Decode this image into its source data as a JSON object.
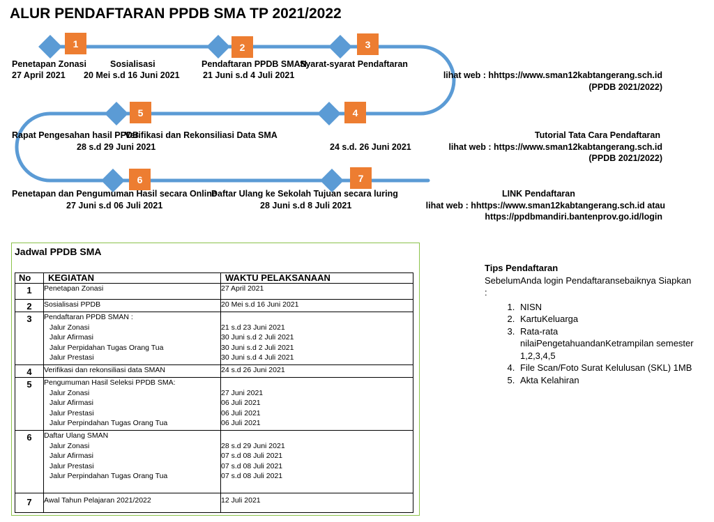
{
  "page": {
    "title": "ALUR PENDAFTARAN PPDB SMA TP 2021/2022"
  },
  "flow": {
    "steps": [
      {
        "number": "1",
        "name": "Penetapan Zonasi",
        "date": "27 April 2021"
      },
      {
        "number": "",
        "name": "Sosialisasi",
        "date": "20 Mei s.d 16 Juni 2021"
      },
      {
        "number": "2",
        "name": "Pendaftaran PPDB SMAN",
        "date": "21 Juni s.d 4 Juli 2021"
      },
      {
        "number": "3",
        "name": "Syarat-syarat Pendaftaran",
        "date": ""
      },
      {
        "number": "4",
        "name": "Verifikasi dan Rekonsiliasi Data SMA",
        "date": "24 s.d. 26 Juni 2021"
      },
      {
        "number": "5",
        "name": "Rapat Pengesahan hasil PPDB",
        "date": "28 s.d 29 Juni 2021"
      },
      {
        "number": "6",
        "name": "Penetapan dan Pengumuman Hasil secara Online",
        "date": "27 Juni s.d 06 Juli 2021"
      },
      {
        "number": "7",
        "name": "Daftar Ulang ke Sekolah Tujuan secara luring",
        "date": "28 Juni s.d 8 Juli 2021"
      }
    ],
    "notes": {
      "web1_line1": "lihat web : hhttps://www.sman12kabtangerang.sch.id",
      "web1_line2": "(PPDB 2021/2022)",
      "tutorial_title": "Tutorial Tata Cara Pendaftaran",
      "web2_line1": "lihat web : https://www.sman12kabtangerang.sch.id",
      "web2_line2": "(PPDB 2021/2022)",
      "link_title": "LINK Pendaftaran",
      "link_line1": "lihat web : hhttps://www.sman12kabtangerang.sch.id  atau",
      "link_line2": "https://ppdbmandiri.bantenprov.go.id/login"
    },
    "colors": {
      "line": "#5b9bd5",
      "diamond": "#5b9bd5",
      "number_box": "#ed7d31"
    }
  },
  "schedule": {
    "title": "Jadwal PPDB SMA",
    "headers": {
      "no": "No",
      "kegiatan": "KEGIATAN",
      "waktu": "WAKTU PELAKSANAAN"
    },
    "rows": [
      {
        "no": "1",
        "items": [
          {
            "label": "Penetapan Zonasi",
            "time": "27 April 2021"
          }
        ]
      },
      {
        "no": "2",
        "items": [
          {
            "label": "Sosialisasi PPDB",
            "time": "20 Mei  s.d  16 Juni 2021"
          }
        ]
      },
      {
        "no": "3",
        "items": [
          {
            "label": "Pendaftaran PPDB SMAN :",
            "time": ""
          },
          {
            "label": "Jalur Zonasi",
            "time": "21 s.d 23 Juni 2021"
          },
          {
            "label": "Jalur Afirmasi",
            "time": "30 Juni s.d 2 Juli 2021"
          },
          {
            "label": "Jalur Perpidahan Tugas Orang Tua",
            "time": "30 Juni s.d 2 Juli 2021"
          },
          {
            "label": "Jalur Prestasi",
            "time": "30 Juni s.d 4 Juli 2021"
          }
        ]
      },
      {
        "no": "4",
        "items": [
          {
            "label": "Verifikasi dan rekonsiliasi data SMAN",
            "time": "24 s.d 26 Juni 2021"
          }
        ]
      },
      {
        "no": "5",
        "items": [
          {
            "label": "Pengumuman Hasil Seleksi PPDB SMA:",
            "time": ""
          },
          {
            "label": "Jalur Zonasi",
            "time": "27 Juni 2021"
          },
          {
            "label": "Jalur Afirmasi",
            "time": "06 Juli 2021"
          },
          {
            "label": "Jalur Prestasi",
            "time": "06 Juli 2021"
          },
          {
            "label": "Jalur Perpindahan Tugas Orang Tua",
            "time": "06 Juli 2021"
          }
        ]
      },
      {
        "no": "6",
        "items": [
          {
            "label": "Daftar Ulang SMAN",
            "time": ""
          },
          {
            "label": "Jalur Zonasi",
            "time": "28 s.d 29 Juni 2021"
          },
          {
            "label": "Jalur Afirmasi",
            "time": "07 s.d 08 Juli 2021"
          },
          {
            "label": "Jalur Prestasi",
            "time": "07 s.d 08 Juli 2021"
          },
          {
            "label": "Jalur Perpindahan Tugas Orang Tua",
            "time": "07 s.d 08 Juli 2021"
          }
        ]
      },
      {
        "no": "7",
        "items": [
          {
            "label": "Awal Tahun Pelajaran 2021/2022",
            "time": "12 Juli 2021"
          }
        ]
      }
    ],
    "border_color": "#8bc24a"
  },
  "tips": {
    "title": "Tips Pendaftaran",
    "intro": "SebelumAnda login Pendaftaransebaiknya Siapkan :",
    "items": [
      "NISN",
      "KartuKeluarga",
      "Rata-rata nilaiPengetahuandanKetrampilan semester 1,2,3,4,5",
      "File Scan/Foto Surat Kelulusan (SKL) 1MB",
      "Akta Kelahiran"
    ]
  }
}
